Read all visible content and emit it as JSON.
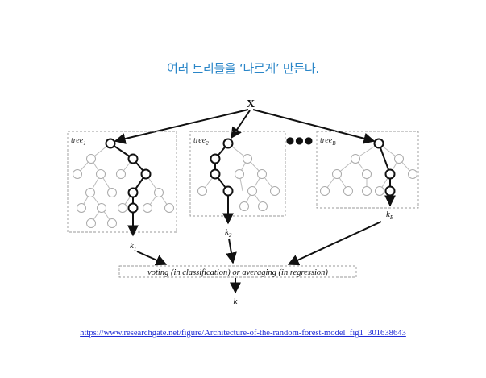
{
  "slide": {
    "title": "여러 트리들을 ‘다르게’ 만든다.",
    "source_url": "https://www.researchgate.net/figure/Architecture-of-the-random-forest-model_fig1_301638643"
  },
  "diagram": {
    "input_label": "X",
    "trees": [
      {
        "label_base": "tree",
        "subscript": "1",
        "output_base": "k",
        "output_sub": "1"
      },
      {
        "label_base": "tree",
        "subscript": "2",
        "output_base": "k",
        "output_sub": "2"
      },
      {
        "label_base": "tree",
        "subscript": "B",
        "output_base": "k",
        "output_sub": "B"
      }
    ],
    "ellipsis": "●●●",
    "aggregator_label": "voting (in classification) or averaging (in regression)",
    "final_output": "k"
  }
}
